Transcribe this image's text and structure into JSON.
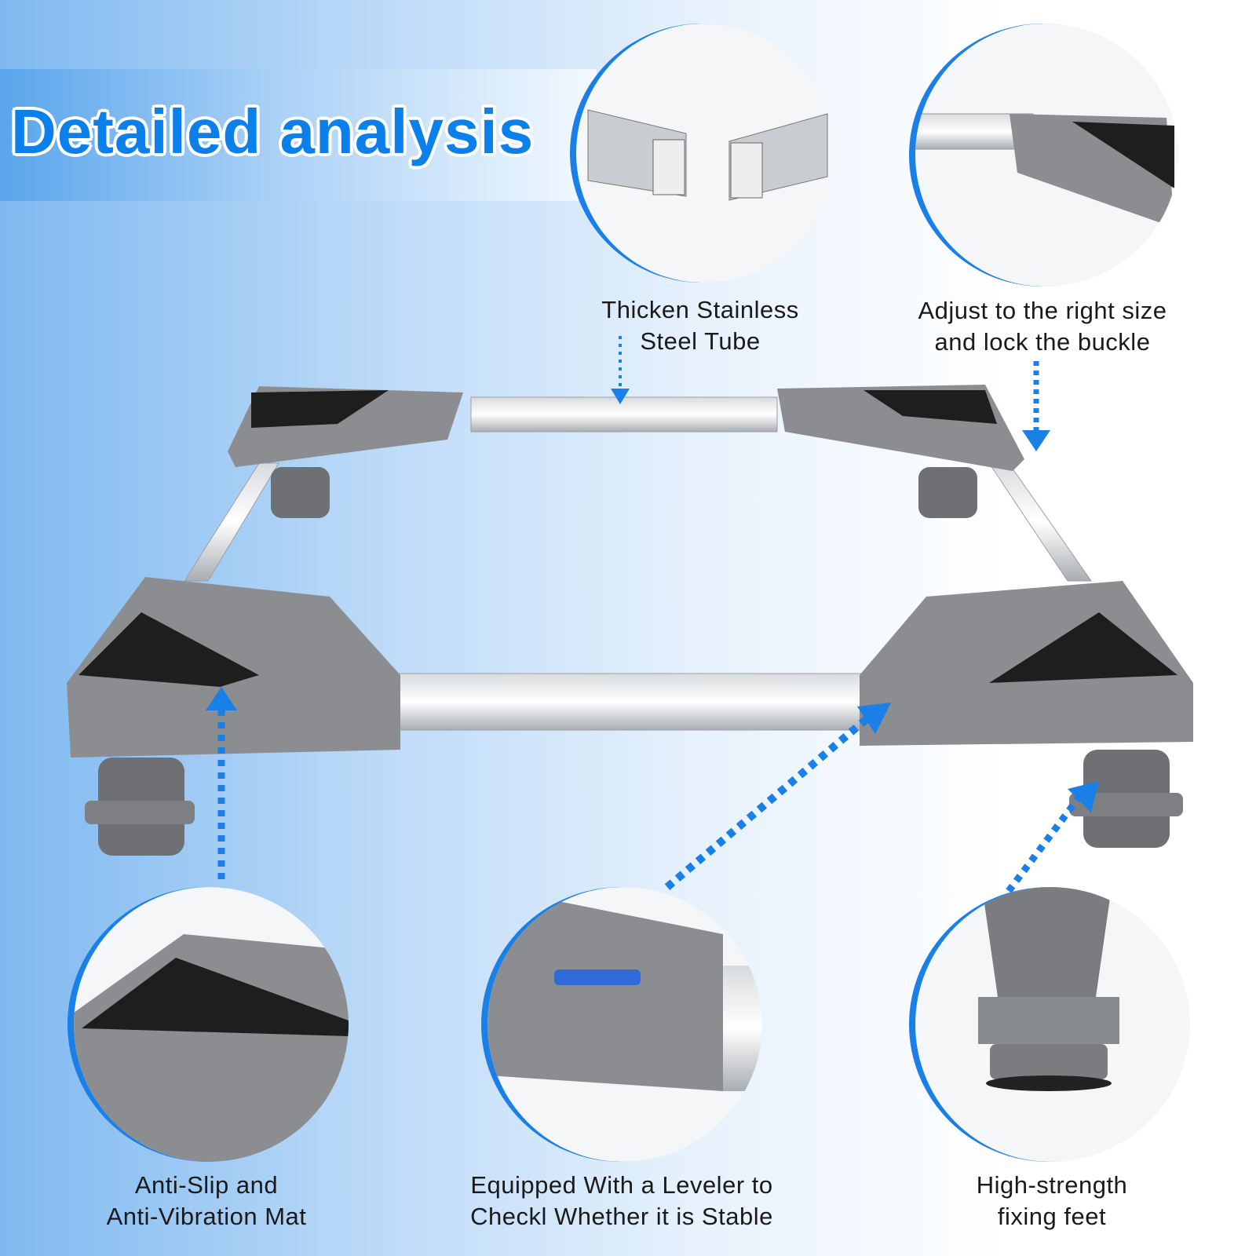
{
  "title": "Detailed analysis",
  "accent_color": "#0b7fea",
  "features": [
    {
      "line1": "Thicken Stainless",
      "line2": "Steel Tube"
    },
    {
      "line1": "Adjust to the right size",
      "line2": "and lock the buckle"
    },
    {
      "line1": "Anti-Slip and",
      "line2": "Anti-Vibration Mat"
    },
    {
      "line1": "Equipped With a Leveler to",
      "line2": "Checkl Whether it is Stable"
    },
    {
      "line1": "High-strength",
      "line2": "fixing feet"
    }
  ]
}
